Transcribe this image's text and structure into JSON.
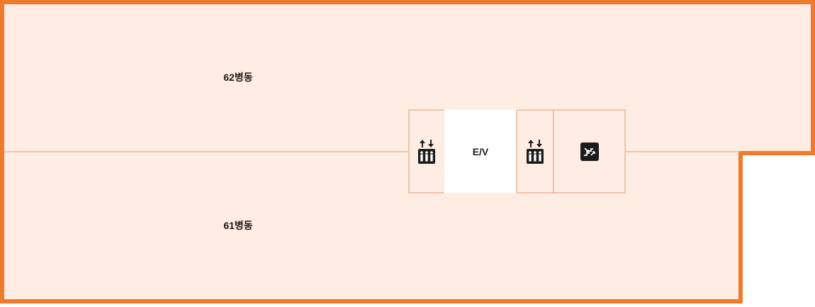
{
  "zones": {
    "upper_label": "62병동",
    "lower_label": "61병동"
  },
  "core": {
    "elevator_label": "E/V",
    "icons": [
      "elevator-icon",
      "elevator-icon",
      "stairs-icon"
    ]
  },
  "colors": {
    "outline": "#ef7a2b",
    "fill": "#ffece2",
    "divider": "#e8b69a",
    "icon_dark": "#1c1c1c"
  }
}
